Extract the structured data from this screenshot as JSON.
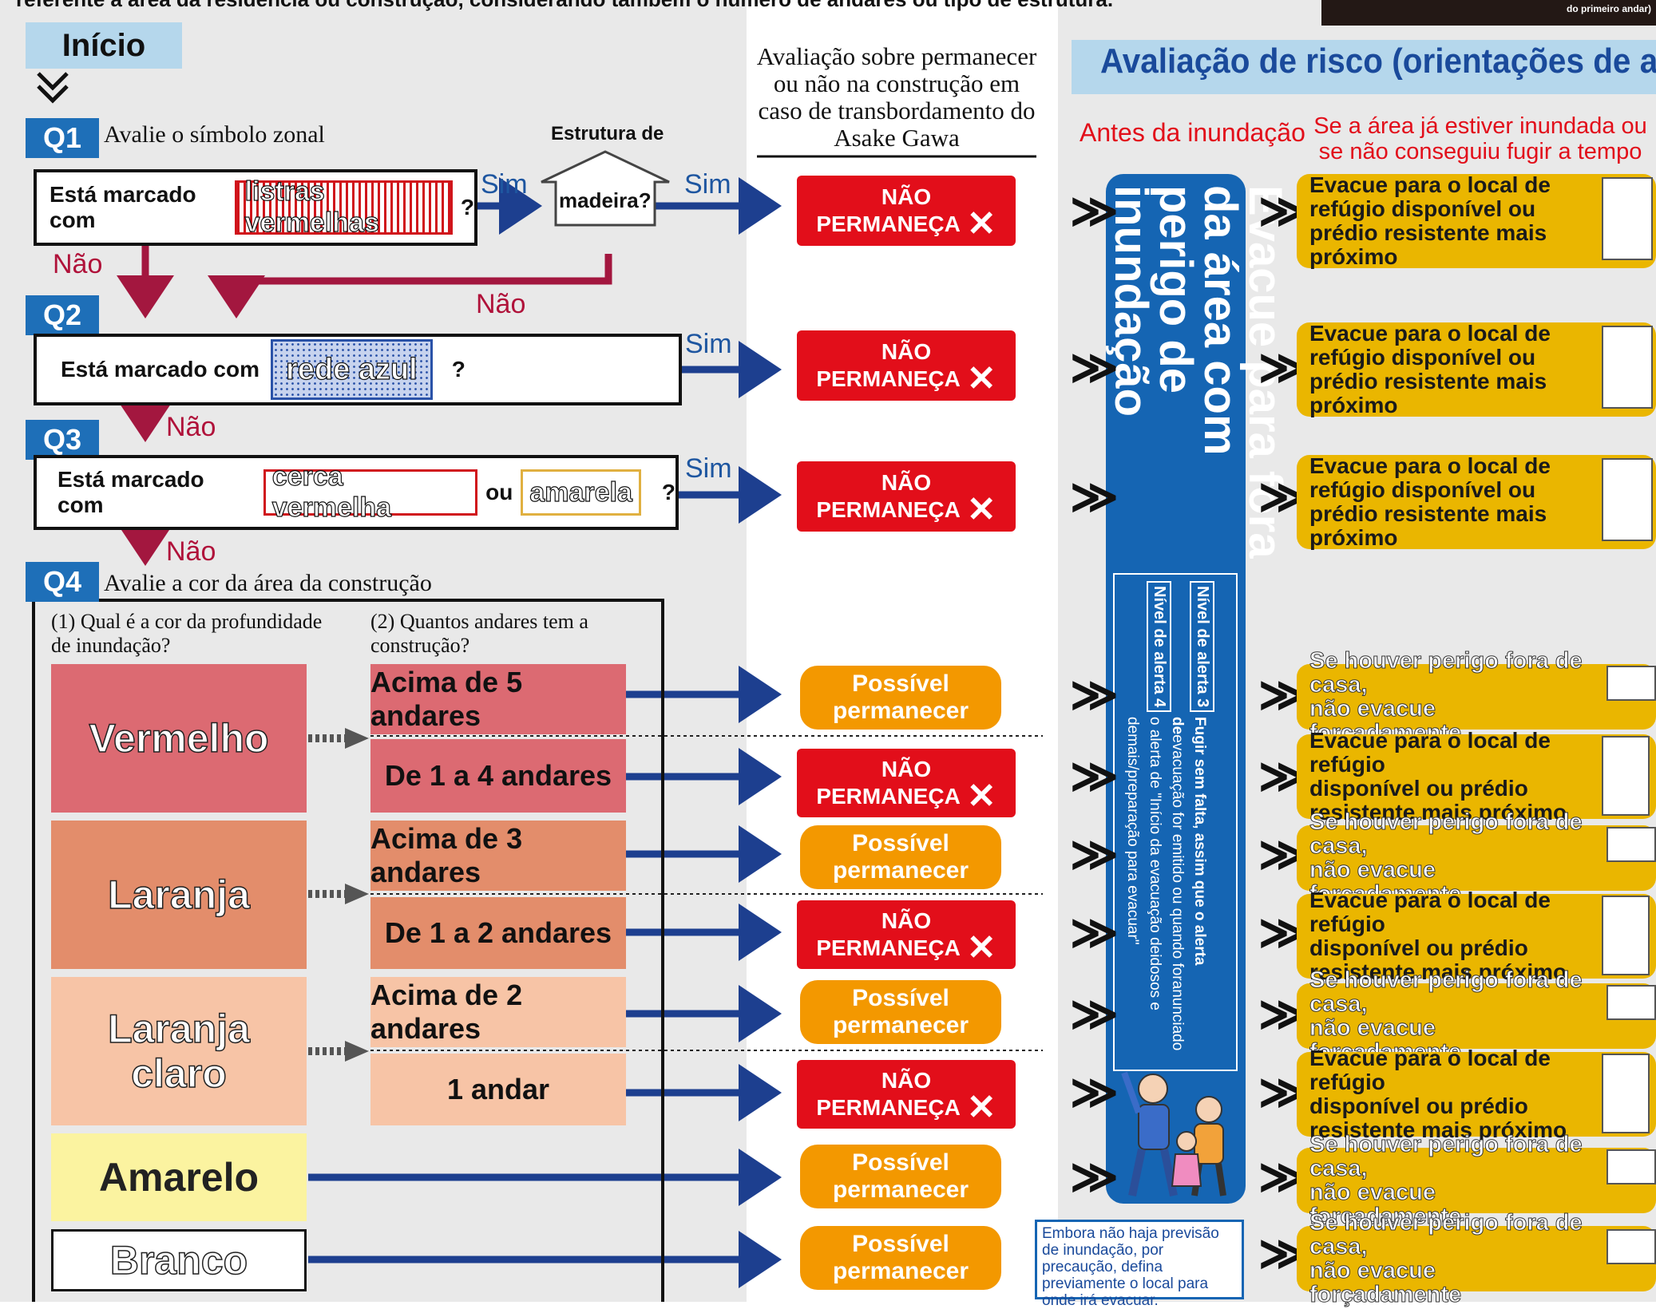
{
  "top_text": "referente à área da residência ou construção, considerando também o número de andares ou tipo de estrutura.",
  "top_right_label": "do primeiro andar)",
  "inicio": "Início",
  "q1": {
    "tag": "Q1",
    "title": "Avalie o símbolo zonal",
    "prefix": "Está  marcado com",
    "symbol": "listras vermelhas",
    "suffix": "?"
  },
  "wood": {
    "label": "Estrutura de",
    "house_text": "madeira?"
  },
  "q2": {
    "tag": "Q2",
    "prefix": "Está marcado com",
    "symbol": "rede azul",
    "suffix": "?"
  },
  "q3": {
    "tag": "Q3",
    "prefix": "Está marcado com",
    "symbol1": "cerca vermelha",
    "or": "ou",
    "symbol2": "amarela",
    "suffix": "?"
  },
  "q4": {
    "tag": "Q4",
    "title": "Avalie a cor da área da construção",
    "sub1": "(1) Qual é a cor da profundidade de inundação?",
    "sub2": "(2) Quantos andares tem a construção?"
  },
  "labels": {
    "sim": "Sim",
    "nao": "Não"
  },
  "middle_header": "Avaliação sobre permanecer ou não na construção em caso de transbordamento do Asake Gawa",
  "right_header": "Avaliação de risco  (orientações de ação)",
  "before_flood": "Antes da inundação",
  "already_flooded": "Se a área já estiver inundada ou se não conseguiu fugir a tempo",
  "verdict": {
    "no1": "NÃO",
    "no2": "PERMANEÇA",
    "x": "✕",
    "ok1": "Possível",
    "ok2": "permanecer"
  },
  "colors": [
    {
      "name": "Vermelho",
      "floors": [
        "Acima de 5 andares",
        "De 1 a 4 andares"
      ]
    },
    {
      "name": "Laranja",
      "floors": [
        "Acima de 3 andares",
        "De 1 a 2 andares"
      ]
    },
    {
      "name": "Laranja claro",
      "floors": [
        "Acima de 2 andares",
        "1 andar"
      ]
    },
    {
      "name": "Amarelo"
    },
    {
      "name": "Branco"
    }
  ],
  "vertical_main": "Evacue para fora da área com perigo de inundação",
  "alert3": "Nível de alerta 3",
  "alert4": "Nível de alerta 4",
  "vertical_small": [
    "Fugir sem falta, assim que o alerta de",
    "evacuação for emitido ou quando for",
    "anunciado o alerta de \"Início da evacuação de",
    "idosos e demais/preparação para evacuar\""
  ],
  "evac_text": "Evacue para o local de refúgio disponível ou prédio resistente mais próximo",
  "evac_text_b": [
    "Evacue para o local de refúgio",
    "disponível ou prédio",
    "resistente mais próximo"
  ],
  "danger_text": [
    "Se houver perigo fora de casa,",
    "não evacue forçadamente"
  ],
  "note": "Embora não haja previsão de inundação, por precaução, defina previamente o local para onde irá evacuar.",
  "palette": {
    "blue": "#1e6fb8",
    "red": "#e20e1a",
    "orange": "#f39800",
    "gold": "#eab600",
    "vermelho": "#dc6a72",
    "laranja": "#e38d6b",
    "laranja_claro": "#f7c4a6",
    "amarelo": "#fbf3a0"
  }
}
